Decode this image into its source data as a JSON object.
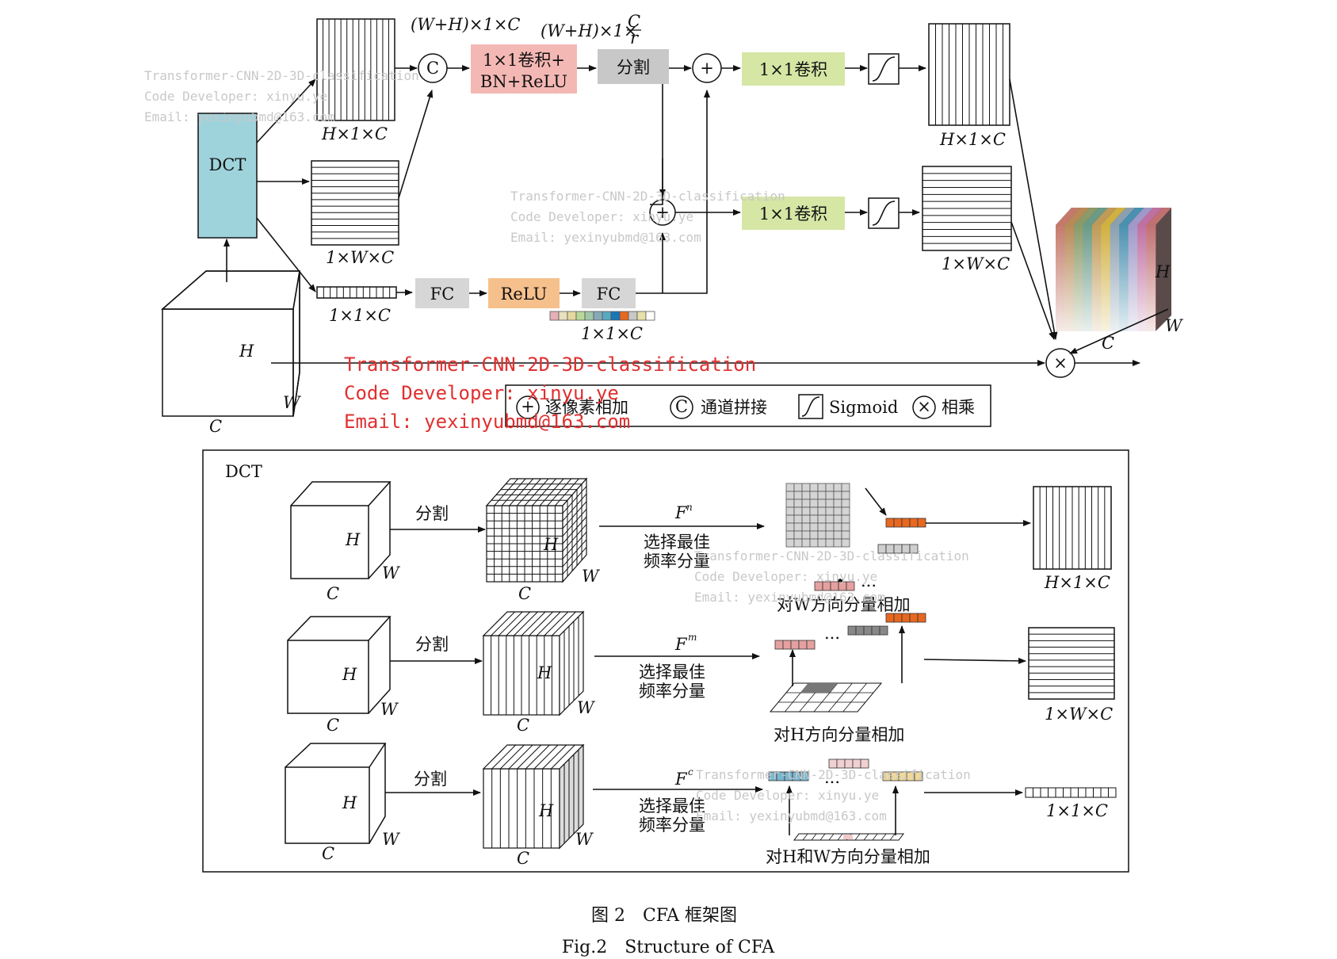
{
  "colors": {
    "dct": "#9fd3dc",
    "conv_bn": "#f4b8b4",
    "split": "#c8c8c8",
    "conv1x1": "#d6e6a4",
    "fc": "#d6d6d6",
    "relu": "#f6c08c"
  },
  "top": {
    "dct": "DCT",
    "dim_concat": "(W+H)×1×C",
    "dim_reduce_prefix": "(W+H)×1×",
    "dim_reduce_num": "C",
    "dim_reduce_den": "r",
    "conv_bn_line1": "1×1卷积+",
    "conv_bn_line2": "BN+ReLU",
    "split": "分割",
    "conv1": "1×1卷积",
    "conv2": "1×1卷积",
    "fc1": "FC",
    "relu": "ReLU",
    "fc2": "FC",
    "dim_h": "H×1×C",
    "dim_w": "1×W×C",
    "dim_c": "1×1×C",
    "dim_c2": "1×1×C",
    "dim_out_h": "H×1×C",
    "dim_out_w": "1×W×C",
    "cube_h": "H",
    "cube_w": "W",
    "cube_c": "C",
    "out_h": "H",
    "out_w": "W",
    "out_c": "C",
    "concat_sym": "C",
    "add_sym": "+",
    "mul_sym": "×"
  },
  "legend": {
    "add": "逐像素相加",
    "concat": "通道拼接",
    "sigmoid": "Sigmoid",
    "mul": "相乘",
    "add_sym": "+",
    "concat_sym": "C",
    "mul_sym": "×"
  },
  "dct_panel": {
    "title": "DCT",
    "split": "分割",
    "select_line1": "选择最佳",
    "select_line2": "频率分量",
    "rows": [
      {
        "f": "F",
        "sup": "n",
        "sum": "对W方向分量相加",
        "out": "H×1×C"
      },
      {
        "f": "F",
        "sup": "m",
        "sum": "对H方向分量相加",
        "out": "1×W×C"
      },
      {
        "f": "F",
        "sup": "c",
        "sum": "对H和W方向分量相加",
        "out": "1×1×C"
      }
    ],
    "dots": "...",
    "H": "H",
    "W": "W",
    "C": "C"
  },
  "caption": {
    "zh": "图 2　CFA 框架图",
    "en": "Fig.2　Structure of CFA"
  },
  "watermark": {
    "line1": "Transformer-CNN-2D-3D-classification",
    "line2": "Code Developer: xinyu.ye",
    "line3": "Email: yexinyubmd@163.com"
  }
}
